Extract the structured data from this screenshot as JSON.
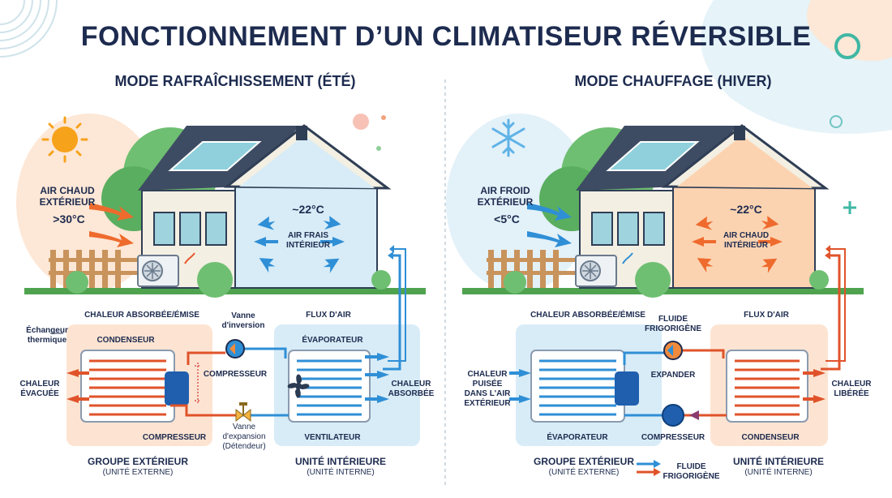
{
  "title": "FONCTIONNEMENT D’UN CLIMATISEUR RÉVERSIBLE",
  "cooling": {
    "heading": "MODE RAFRAÎCHISSEMENT (ÉTÉ)",
    "outside_air": "AIR CHAUD\nEXTÉRIEUR",
    "outside_temp": ">30°C",
    "room_temp": "~22°C",
    "room_air": "AIR FRAIS\nINTÉRIEUR",
    "heat_absorbed_emitted": "CHALEUR ABSORBÉE/ÉMISE",
    "reversing_valve": "Vanne\nd'inversion",
    "airflow": "FLUX D'AIR",
    "heat_exchanger": "Échangeur\nthermique",
    "condenser": "CONDENSEUR",
    "evaporator": "ÉVAPORATEUR",
    "compressor_top": "COMPRESSEUR",
    "heat_evacuated": "CHALEUR\nÉVACUÉE",
    "heat_absorbed": "CHALEUR\nABSORBÉE",
    "expansion_valve": "Vanne\nd'expansion\n(Détendeur)",
    "compressor_bottom": "COMPRESSEUR",
    "fan": "VENTILATEUR",
    "outdoor_unit": "GROUPE EXTÉRIEUR",
    "outdoor_unit_sub": "(UNITÉ EXTERNE)",
    "indoor_unit": "UNITÉ INTÉRIEURE",
    "indoor_unit_sub": "(UNITÉ INTERNE)"
  },
  "heating": {
    "heading": "MODE CHAUFFAGE (HIVER)",
    "outside_air": "AIR FROID\nEXTÉRIEUR",
    "outside_temp": "<5°C",
    "room_temp": "~22°C",
    "room_air": "AIR CHAUD\nINTÉRIEUR",
    "heat_absorbed_emitted": "CHALEUR ABSORBÉE/ÉMISE",
    "refrigerant": "FLUIDE\nFRIGORIGÈNE",
    "airflow": "FLUX D'AIR",
    "expander": "EXPANDER",
    "heat_drawn": "CHALEUR\nPUISÉE\nDANS L'AIR\nEXTÉRIEUR",
    "heat_released": "CHALEUR\nLIBÉRÉE",
    "evaporator": "ÉVAPORATEUR",
    "compressor": "COMPRESSEUR",
    "condenser": "CONDENSEUR",
    "outdoor_unit": "GROUPE EXTÉRIEUR",
    "outdoor_unit_sub": "(UNITÉ EXTERNE)",
    "indoor_unit": "UNITÉ INTÉRIEURE",
    "indoor_unit_sub": "(UNITÉ INTERNE)",
    "legend_label": "FLUIDE\nFRIGORIGÈNE"
  },
  "colors": {
    "navy": "#1d2b4f",
    "hot": "#e8552a",
    "cold": "#2f8fd6",
    "orange_zone": "#fde4d2",
    "blue_zone": "#d8ecf7"
  }
}
